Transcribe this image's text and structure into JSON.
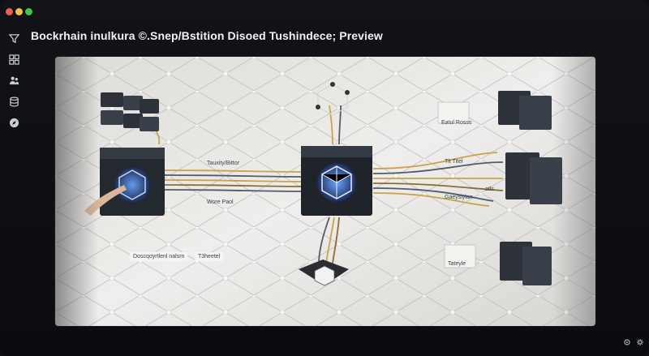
{
  "window": {
    "title": "Bockrhain inulkura ©.Snep/Bstition Disoed Tushindece; Preview"
  },
  "sidebar": {
    "items": [
      {
        "icon": "filter-icon"
      },
      {
        "icon": "grid-icon"
      },
      {
        "icon": "users-icon"
      },
      {
        "icon": "database-icon"
      },
      {
        "icon": "compass-icon"
      }
    ]
  },
  "preview": {
    "labels": {
      "left_top": "Tauxity/Bittor",
      "left_bottom": "Wore Paol",
      "right_top": "Tlt Titel",
      "right_mid": "Gaeyslylan",
      "right_small": "atls",
      "right_label_a": "Eatul Rosss",
      "right_label_b": "Tateyle",
      "bottom_left": "Doscqoyrtlenl nalsrn",
      "bottom_badge": "T3heetel"
    }
  },
  "footer": {
    "icons": [
      "settings-icon",
      "gear-icon"
    ]
  }
}
